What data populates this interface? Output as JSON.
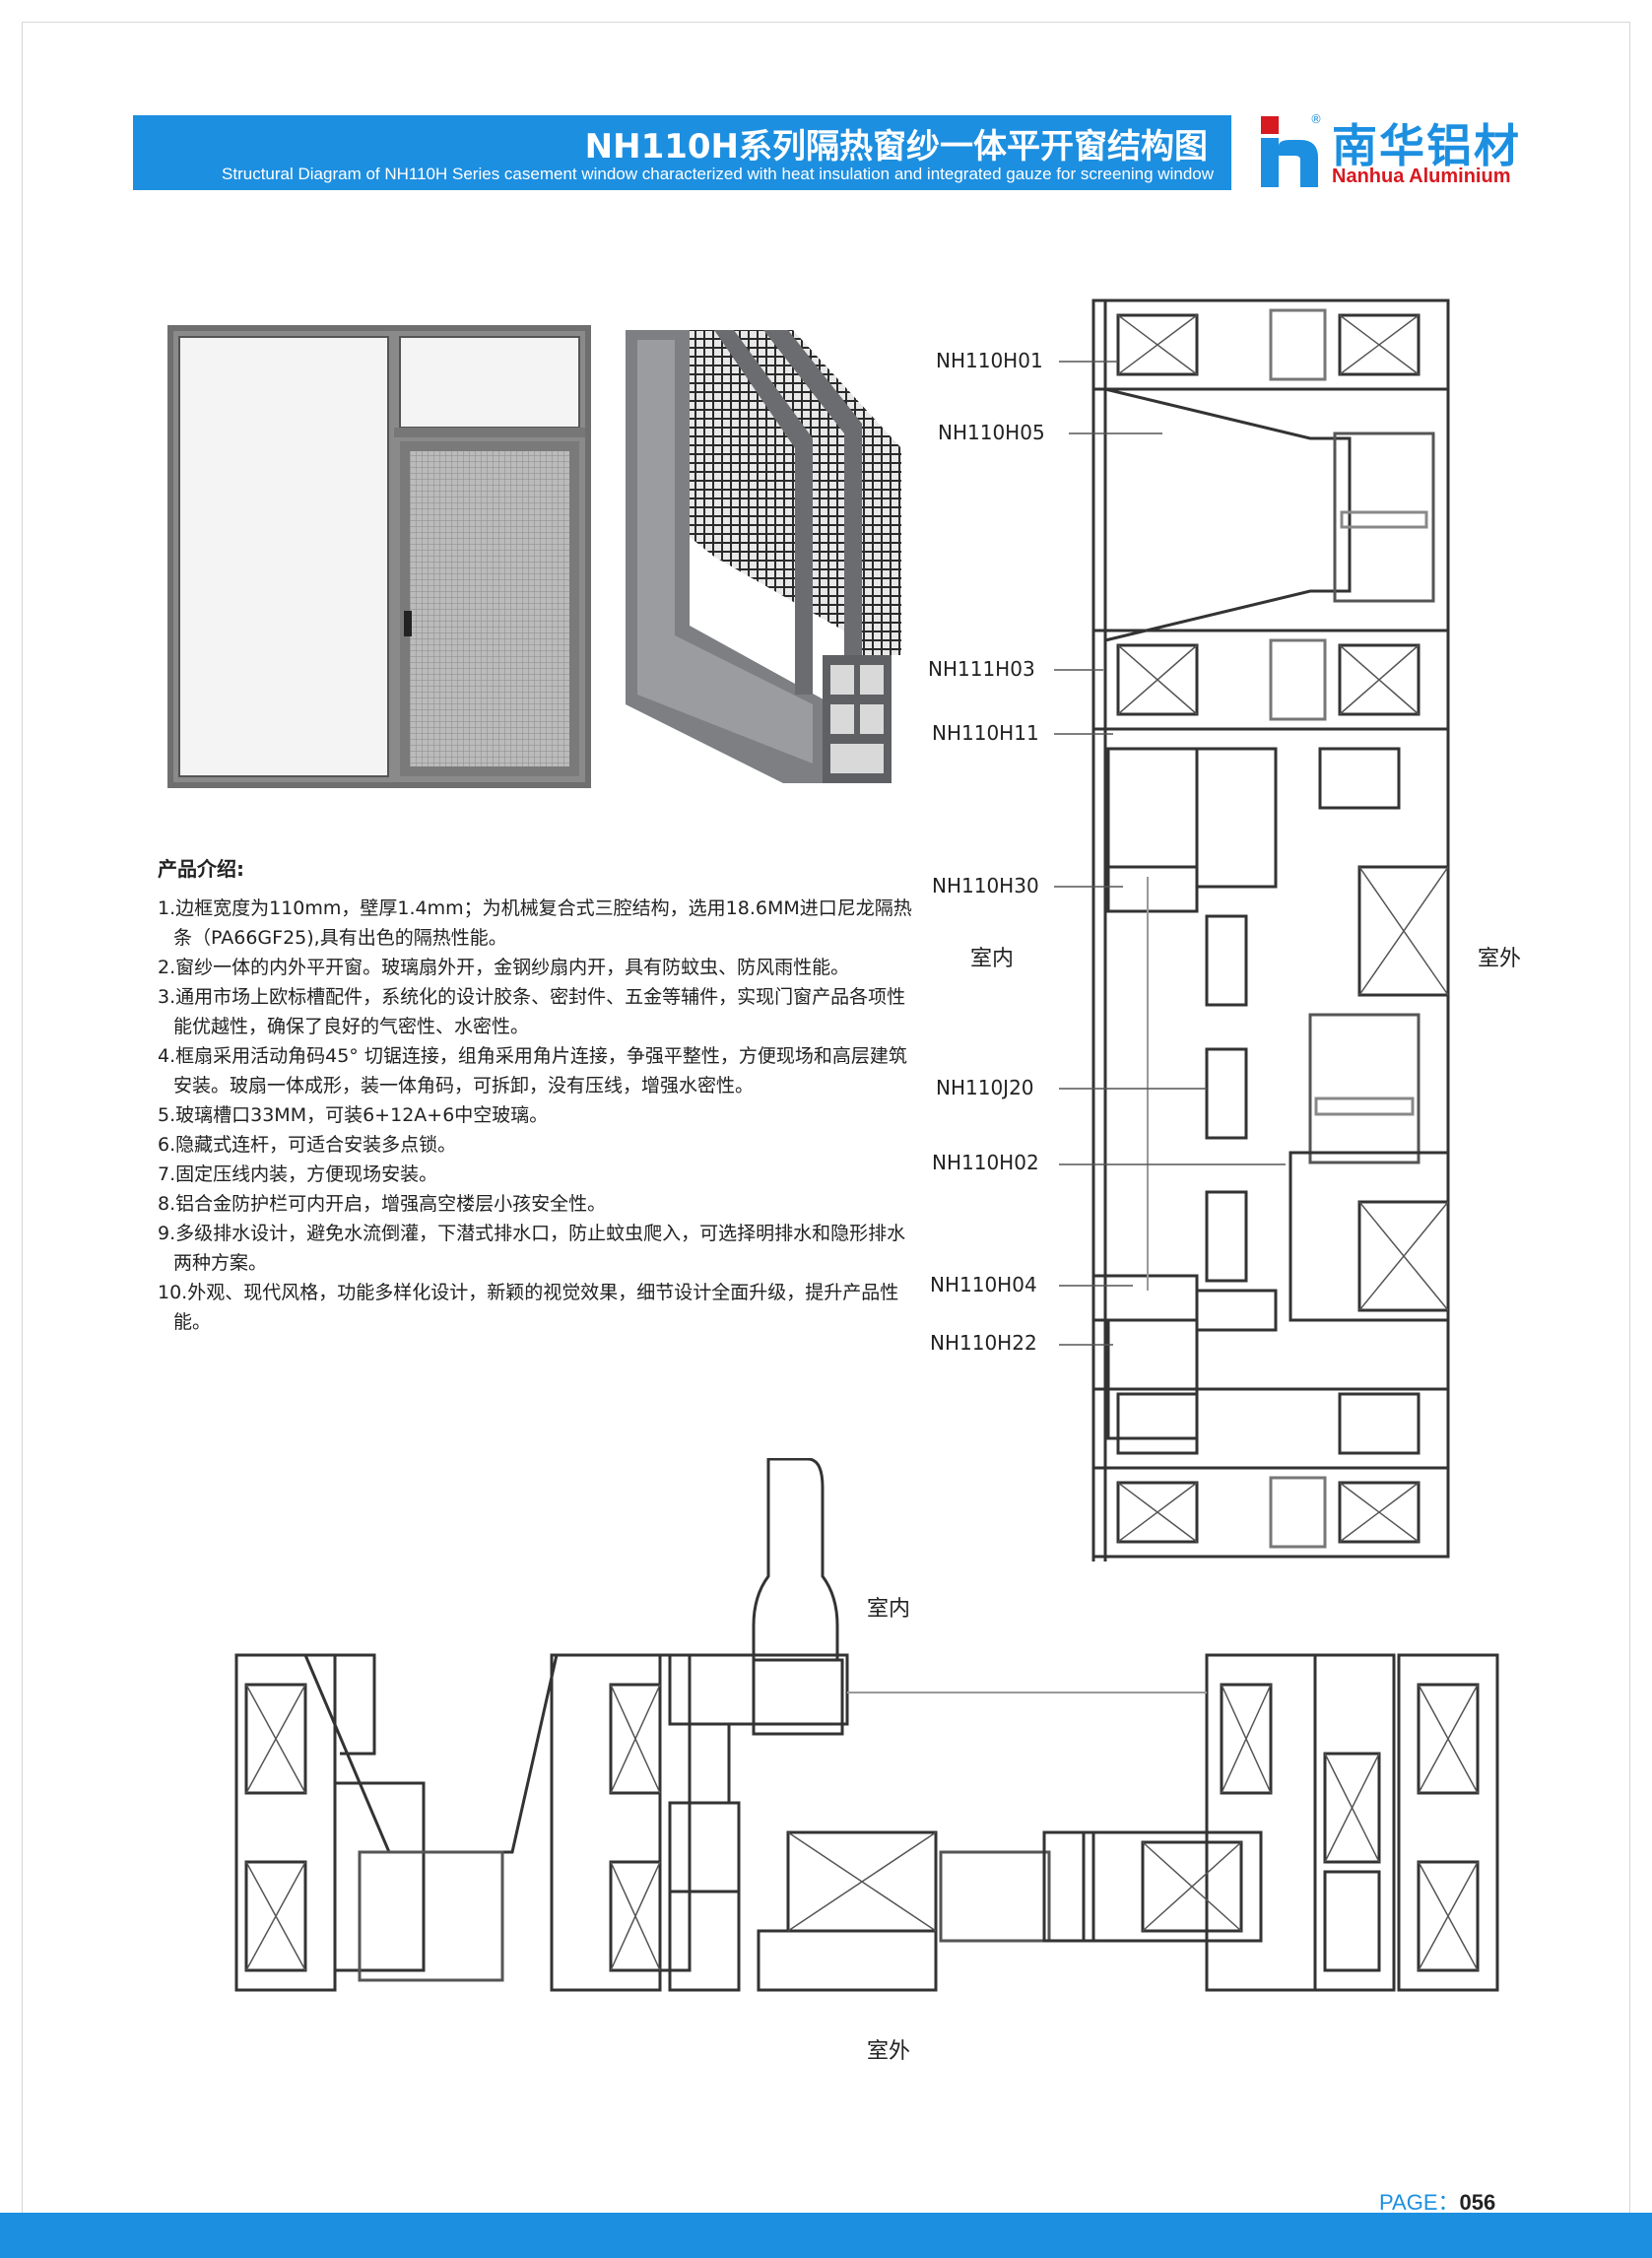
{
  "header": {
    "title_cn": "NH110H系列隔热窗纱一体平开窗结构图",
    "title_en": "Structural Diagram of NH110H Series casement window characterized with heat insulation and integrated gauze for screening window"
  },
  "logo": {
    "name_cn": "南华铝材",
    "name_en": "Nanhua Aluminium",
    "registered": "®",
    "colors": {
      "blue": "#1d8fe0",
      "red": "#d71920"
    }
  },
  "intro": {
    "heading": "产品介绍:",
    "items": [
      "1.边框宽度为110mm，壁厚1.4mm；为机械复合式三腔结构，选用18.6MM进口尼龙隔热条（PA66GF25),具有出色的隔热性能。",
      "2.窗纱一体的内外平开窗。玻璃扇外开，金钢纱扇内开，具有防蚊虫、防风雨性能。",
      "3.通用市场上欧标槽配件，系统化的设计胶条、密封件、五金等辅件，实现门窗产品各项性能优越性，确保了良好的气密性、水密性。",
      "4.框扇采用活动角码45° 切锯连接，组角采用角片连接，争强平整性，方便现场和高层建筑安装。玻扇一体成形，装一体角码，可拆卸，没有压线，增强水密性。",
      "5.玻璃槽口33MM，可装6+12A+6中空玻璃。",
      "6.隐藏式连杆，可适合安装多点锁。",
      "7.固定压线内装，方便现场安装。",
      "8.铝合金防护栏可内开启，增强高空楼层小孩安全性。",
      "9.多级排水设计，避免水流倒灌，下潜式排水口，防止蚊虫爬入，可选择明排水和隐形排水两种方案。",
      "10.外观、现代风格，功能多样化设计，新颖的视觉效果，细节设计全面升级，提升产品性能。"
    ]
  },
  "vertical_section": {
    "labels": [
      "NH110H01",
      "NH110H05",
      "NH111H03",
      "NH110H11",
      "NH110H30",
      "NH110J20",
      "NH110H02",
      "NH110H04",
      "NH110H22"
    ],
    "indoor": "室内",
    "outdoor": "室外"
  },
  "horizontal_section": {
    "indoor": "室内",
    "outdoor": "室外"
  },
  "footer": {
    "page_label": "PAGE：",
    "page_number": "056"
  }
}
